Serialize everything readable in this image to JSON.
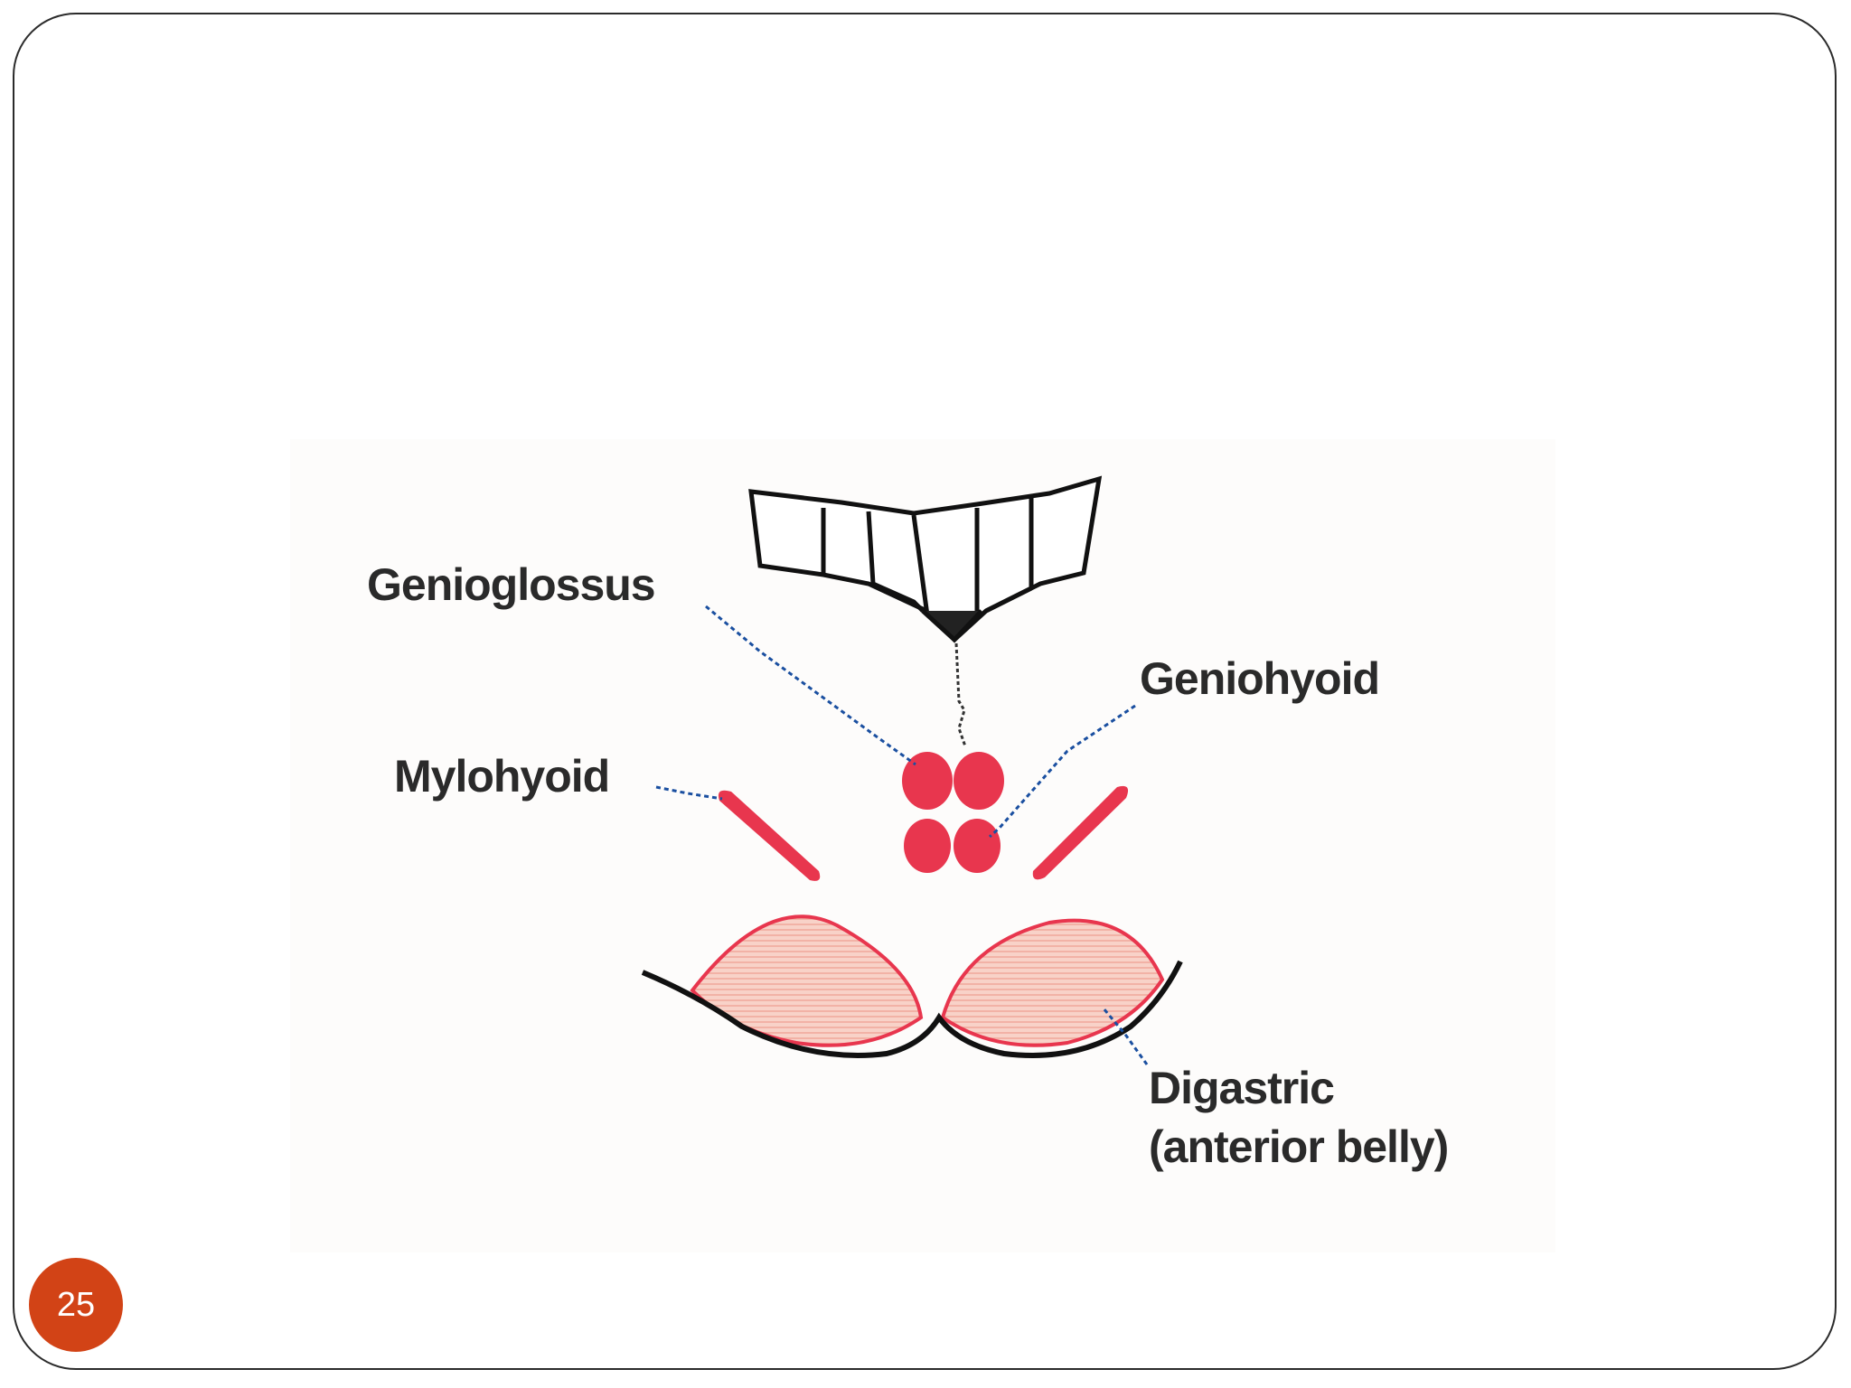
{
  "slide": {
    "page_number": "25"
  },
  "diagram": {
    "labels": {
      "genioglossus": "Genioglossus",
      "geniohyoid": "Geniohyoid",
      "mylohyoid": "Mylohyoid",
      "digastric_line1": "Digastric",
      "digastric_line2": "(anterior belly)"
    },
    "colors": {
      "muscle_red": "#e8364e",
      "digastric_fill": "#f7c9c0",
      "digastric_outline": "#e8364e",
      "leader_blue": "#1a4fa0",
      "page_badge": "#d24316"
    }
  }
}
